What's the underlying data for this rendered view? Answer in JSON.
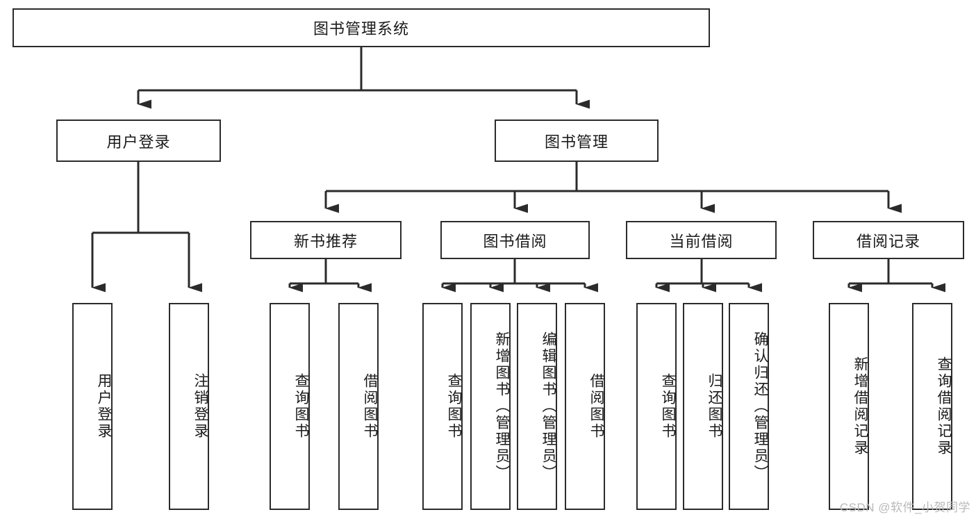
{
  "diagram": {
    "title": "图书管理系统",
    "type": "hierarchy-tree",
    "background_color": "#ffffff",
    "line_color": "#2b2b2b",
    "text_color": "#1a1a1a",
    "levels": 4,
    "nodes": {
      "root": {
        "label": "图书管理系统",
        "orientation": "horizontal"
      },
      "l1": [
        {
          "label": "用户登录",
          "orientation": "horizontal"
        },
        {
          "label": "图书管理",
          "orientation": "horizontal"
        }
      ],
      "l2": [
        {
          "label": "新书推荐",
          "orientation": "horizontal"
        },
        {
          "label": "图书借阅",
          "orientation": "horizontal"
        },
        {
          "label": "当前借阅",
          "orientation": "horizontal"
        },
        {
          "label": "借阅记录",
          "orientation": "horizontal"
        }
      ],
      "leaves_user_login": [
        {
          "label": "用户登录",
          "orientation": "vertical"
        },
        {
          "label": "注销登录",
          "orientation": "vertical"
        }
      ],
      "leaves_new_book": [
        {
          "label": "查询图书",
          "orientation": "vertical"
        },
        {
          "label": "借阅图书",
          "orientation": "vertical"
        }
      ],
      "leaves_borrow": [
        {
          "label": "查询图书",
          "orientation": "vertical"
        },
        {
          "label": "新增图书（管理员）",
          "orientation": "vertical"
        },
        {
          "label": "编辑图书（管理员）",
          "orientation": "vertical"
        },
        {
          "label": "借阅图书",
          "orientation": "vertical"
        }
      ],
      "leaves_current": [
        {
          "label": "查询图书",
          "orientation": "vertical"
        },
        {
          "label": "归还图书",
          "orientation": "vertical"
        },
        {
          "label": "确认归还（管理员）",
          "orientation": "vertical"
        }
      ],
      "leaves_record": [
        {
          "label": "新增借阅记录",
          "orientation": "vertical"
        },
        {
          "label": "查询借阅记录",
          "orientation": "vertical"
        }
      ]
    }
  },
  "watermark": {
    "text": "CSDN @软件_小贺同学"
  }
}
